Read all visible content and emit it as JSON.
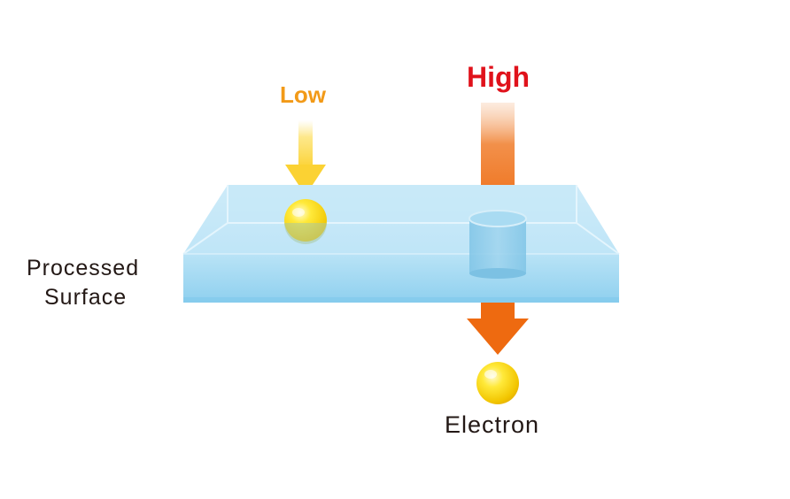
{
  "labels": {
    "low": "Low",
    "high": "High",
    "surface_line1": "Processed",
    "surface_line2": "Surface",
    "electron": "Electron"
  },
  "colors": {
    "low": "#f29a18",
    "high": "#e0121b",
    "surface": "#a8dcf2",
    "high_beam": "#ee6a10",
    "low_beam": "#fbd233",
    "electron": "#f5d500",
    "text": "#231815"
  }
}
